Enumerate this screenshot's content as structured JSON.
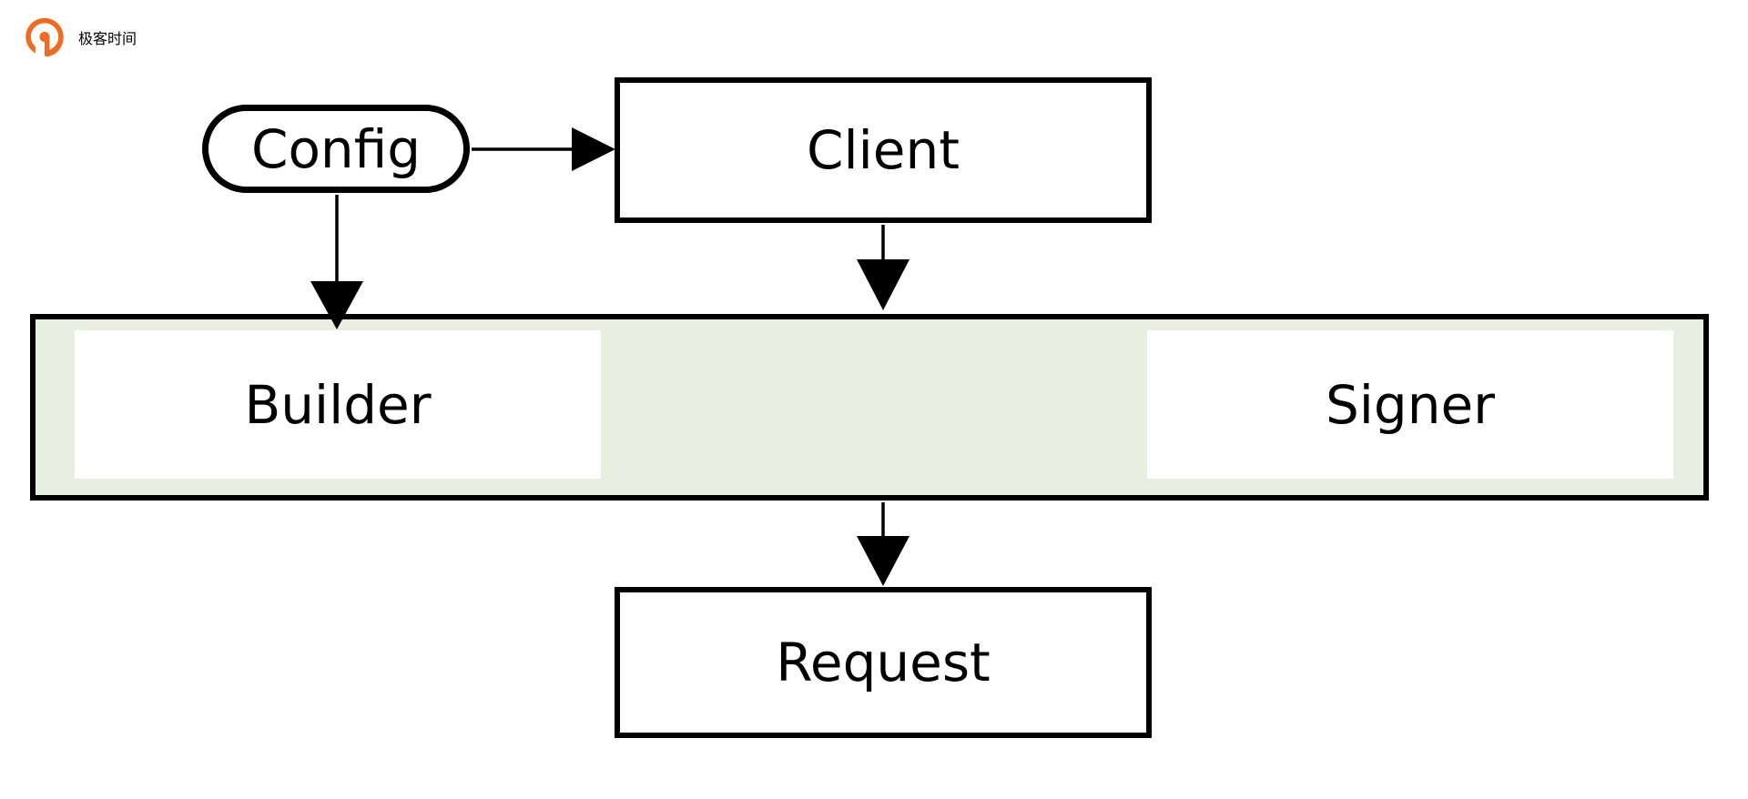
{
  "brand": {
    "name": "极客时间",
    "logo_icon": "geektime-logo-icon",
    "logo_color": "#ee6b21",
    "text_color": "#4a4a4a"
  },
  "diagram": {
    "type": "flowchart",
    "background": "#ffffff",
    "group": {
      "label": "",
      "fill": "#e8eee0",
      "stroke": "#000000"
    },
    "nodes": [
      {
        "id": "config",
        "label": "Config",
        "shape": "stadium",
        "fill": "#ffffff",
        "stroke": "#000000"
      },
      {
        "id": "client",
        "label": "Client",
        "shape": "rect",
        "fill": "#ffffff",
        "stroke": "#000000"
      },
      {
        "id": "builder",
        "label": "Builder",
        "shape": "plain",
        "fill": "#ffffff",
        "stroke": "none"
      },
      {
        "id": "signer",
        "label": "Signer",
        "shape": "plain",
        "fill": "#ffffff",
        "stroke": "none"
      },
      {
        "id": "request",
        "label": "Request",
        "shape": "rect",
        "fill": "#ffffff",
        "stroke": "#000000"
      }
    ],
    "edges": [
      {
        "from": "config",
        "to": "client",
        "label": "",
        "direction": "right"
      },
      {
        "from": "config",
        "to": "builder",
        "label": "",
        "direction": "down"
      },
      {
        "from": "client",
        "to": "group",
        "label": "",
        "direction": "down"
      },
      {
        "from": "group",
        "to": "request",
        "label": "",
        "direction": "down"
      }
    ]
  }
}
